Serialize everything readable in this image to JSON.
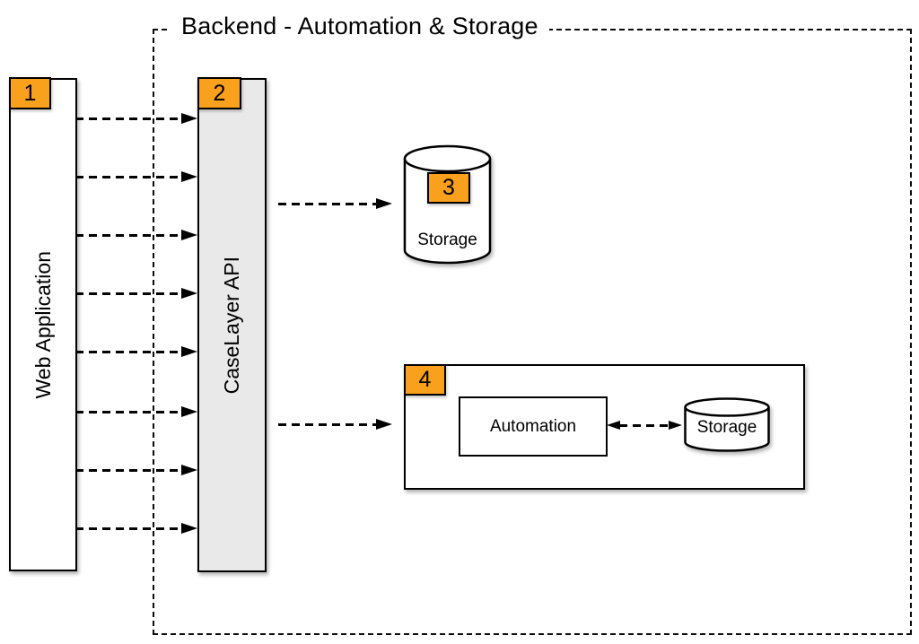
{
  "diagram": {
    "title": "Backend - Automation & Storage"
  },
  "nodes": {
    "web_app": {
      "badge": "1",
      "label": "Web Application"
    },
    "caselayer_api": {
      "badge": "2",
      "label": "CaseLayer API"
    },
    "storage": {
      "badge": "3",
      "label": "Storage"
    },
    "automation_group": {
      "badge": "4"
    },
    "automation": {
      "label": "Automation"
    },
    "group_storage": {
      "label": "Storage"
    }
  },
  "colors": {
    "badge_fill": "#F9A01C",
    "api_fill": "#E9E9E9",
    "line": "#000000",
    "background": "#FFFFFF"
  }
}
